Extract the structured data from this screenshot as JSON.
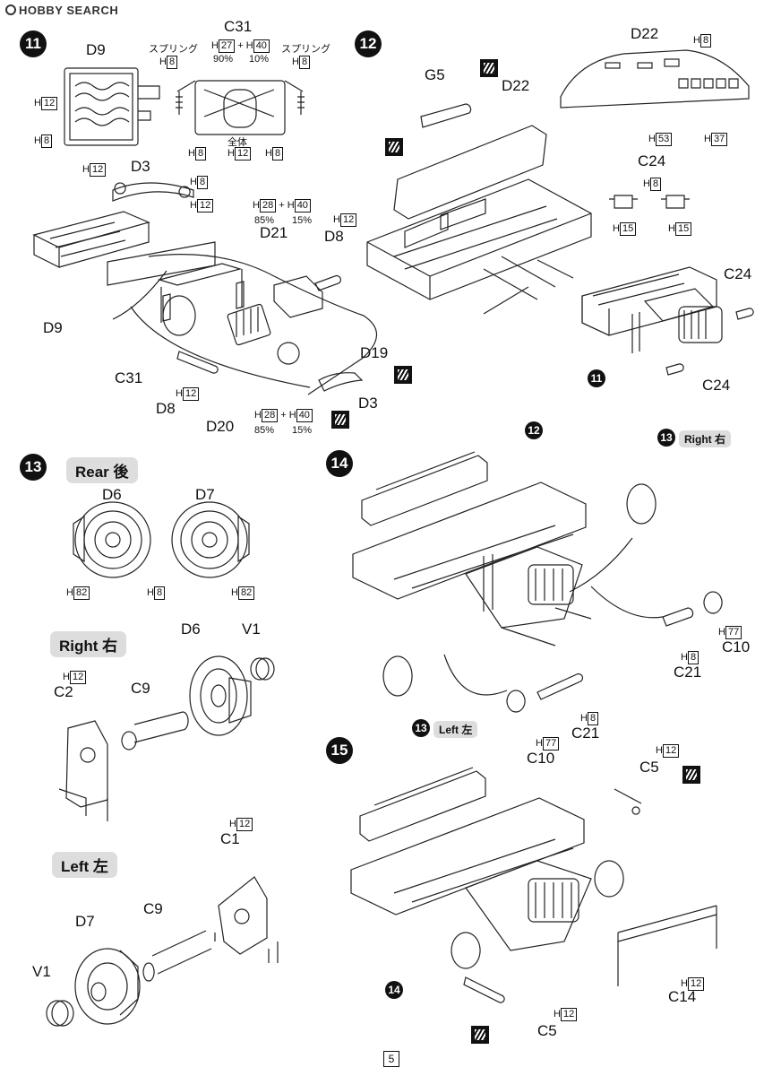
{
  "watermark": "HOBBY SEARCH",
  "page_number": "5",
  "steps": {
    "s11": {
      "number": "11",
      "labels": {
        "d9_top": "D9",
        "c31_top": "C31",
        "d3": "D3",
        "d21": "D21",
        "d8_right": "D8",
        "d9_left": "D9",
        "c31_left": "C31",
        "d8_bottom": "D8",
        "d20": "D20",
        "d19": "D19",
        "d3_bottom": "D3"
      },
      "spring_left": "スプリング",
      "spring_right": "スプリング",
      "zentai": "全体",
      "paint": {
        "h12_a": "12",
        "h8_a": "8",
        "h8_spring_l": "8",
        "h8_spring_r": "8",
        "c31_mix_a": "27",
        "c31_mix_b": "40",
        "c31_pct_a": "90%",
        "c31_pct_b": "10%",
        "h8_c31_l": "8",
        "h12_c31": "12",
        "h8_c31_r": "8",
        "h12_d3_top": "12",
        "h8_d3": "8",
        "h12_d3": "12",
        "d21_mix_a": "28",
        "d21_mix_b": "40",
        "d21_pct_a": "85%",
        "d21_pct_b": "15%",
        "h12_d8": "12",
        "h12_d8b": "12",
        "d20_mix_a": "28",
        "d20_mix_b": "40",
        "d20_pct_a": "85%",
        "d20_pct_b": "15%"
      }
    },
    "s12": {
      "number": "12",
      "labels": {
        "g5": "G5",
        "d22": "D22",
        "d22_top": "D22",
        "c24_mid": "C24",
        "c24_right": "C24",
        "c24_bottom": "C24"
      },
      "sub_step": "11",
      "paint": {
        "h8_d22": "8",
        "h53": "53",
        "h37": "37",
        "h8_c24": "8",
        "h15_l": "15",
        "h15_r": "15"
      }
    },
    "s13": {
      "number": "13",
      "rear_label": "Rear 後",
      "right_label": "Right 右",
      "left_label": "Left 左",
      "labels": {
        "d6": "D6",
        "d7": "D7",
        "d6_b": "D6",
        "v1_a": "V1",
        "c2": "C2",
        "c9_a": "C9",
        "c1": "C1",
        "c9_b": "C9",
        "d7_b": "D7",
        "v1_b": "V1"
      },
      "paint": {
        "h82_l": "82",
        "h8_mid": "8",
        "h82_r": "82",
        "h12_c2": "12",
        "h12_c1": "12"
      }
    },
    "s14": {
      "number": "14",
      "sub_step": "12",
      "right_tag_num": "13",
      "right_tag": "Right 右",
      "left_tag_num": "13",
      "left_tag": "Left 左",
      "labels": {
        "c21_a": "C21",
        "c10_a": "C10",
        "c21_b": "C21",
        "c10_b": "C10"
      },
      "paint": {
        "h77_a": "77",
        "h8_a": "8",
        "h8_b": "8",
        "h77_b": "77"
      }
    },
    "s15": {
      "number": "15",
      "sub_step": "14",
      "labels": {
        "c5_top": "C5",
        "c14": "C14",
        "c5_bottom": "C5"
      },
      "paint": {
        "h12_top": "12",
        "h12_c14": "12",
        "h12_bottom": "12"
      }
    }
  }
}
